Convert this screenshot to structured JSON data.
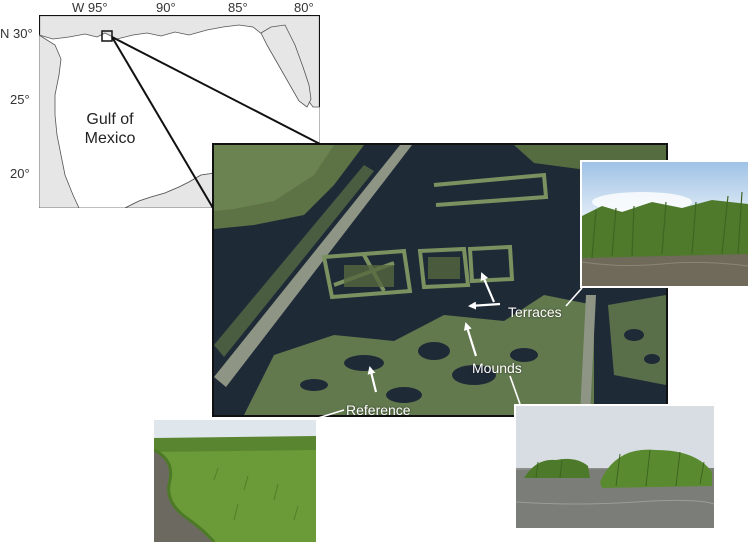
{
  "inset_map": {
    "lon_labels": [
      "W 95°",
      "90°",
      "85°",
      "80°"
    ],
    "lat_labels": [
      "N 30°",
      "25°",
      "20°"
    ],
    "region_label_line1": "Gulf of",
    "region_label_line2": "Mexico"
  },
  "callouts": {
    "terraces": "Terraces",
    "mounds": "Mounds",
    "reference": "Reference"
  },
  "colors": {
    "water_dark": "#1f2a37",
    "marsh_green": "#6e8752",
    "land_gray": "#e6e6e6",
    "sea_white": "#ffffff",
    "frame_black": "#111111"
  }
}
